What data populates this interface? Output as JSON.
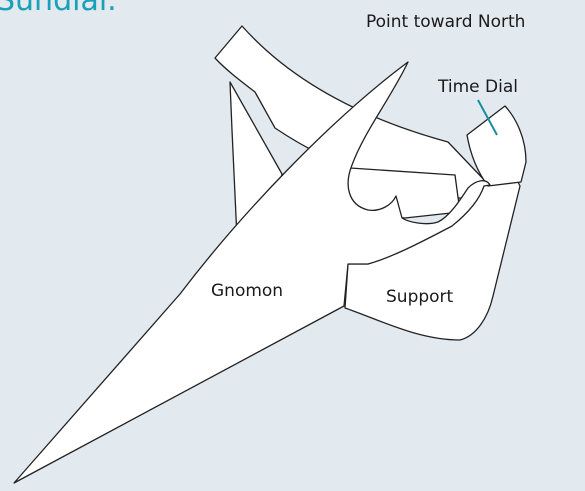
{
  "header": {
    "title": "Sundial."
  },
  "colors": {
    "background": "#e2e9ef",
    "title": "#1aa0b8",
    "pointer_line": "#1a8ea0",
    "part_fill": "#ffffff",
    "outline": "#222222"
  },
  "labels": {
    "north": "Point toward North",
    "time_dial": "Time Dial",
    "gnomon": "Gnomon",
    "support": "Support"
  }
}
